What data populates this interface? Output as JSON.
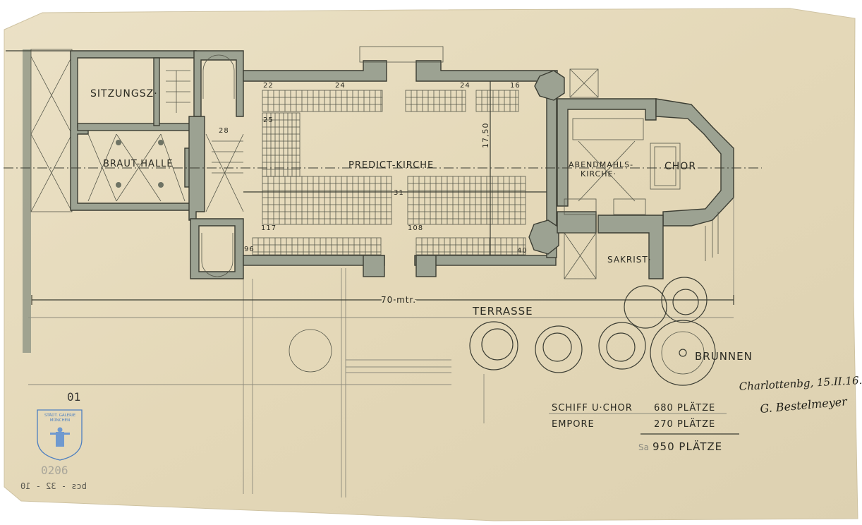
{
  "plan": {
    "rooms": {
      "sitzungssaal": "SITZUNGSZ·",
      "brauthalle": "BRAUT-HALLE",
      "predigtkirche": "PREDICT-KIRCHE",
      "abendmahlskirche_1": "ABENDMAHLS-",
      "abendmahlskirche_2": "KIRCHE·",
      "chor": "CHOR",
      "sakristei": "SAKRIST·",
      "terrasse": "TERRASSE",
      "brunnen": "BRUNNEN"
    },
    "seat_counts": {
      "top_left": "22",
      "top_mid": "24",
      "top_right_a": "24",
      "top_right_b": "16",
      "side": "25",
      "entrance": "28",
      "center": "31",
      "lower_left": "117",
      "lower_right": "108",
      "bottom_left": "96",
      "bottom_right": "40"
    },
    "dimensions": {
      "width": "17,50",
      "length": "70 mtr."
    }
  },
  "tally": {
    "rows": [
      {
        "label": "SCHIFF U·CHOR",
        "value": "680 PLÄTZE"
      },
      {
        "label": "EMPORE",
        "value": "270 PLÄTZE"
      }
    ],
    "sum_prefix": "Sa",
    "sum_value": "950 PLÄTZE"
  },
  "signature": {
    "place_date": "Charlottenbg, 15.II.16.",
    "name": "G. Bestelmeyer"
  },
  "archive": {
    "sheet_number": "01",
    "stamp_line1": "STÄDT. GALERIE",
    "stamp_line2": "MÜNCHEN",
    "inventory": "0206",
    "mirrored_code": "bcs - 32 - 10"
  },
  "colors": {
    "paper": "#e6dbbd",
    "wash": "#9ca292",
    "ink": "#2a2a22",
    "stamp": "#4d7fc0"
  }
}
